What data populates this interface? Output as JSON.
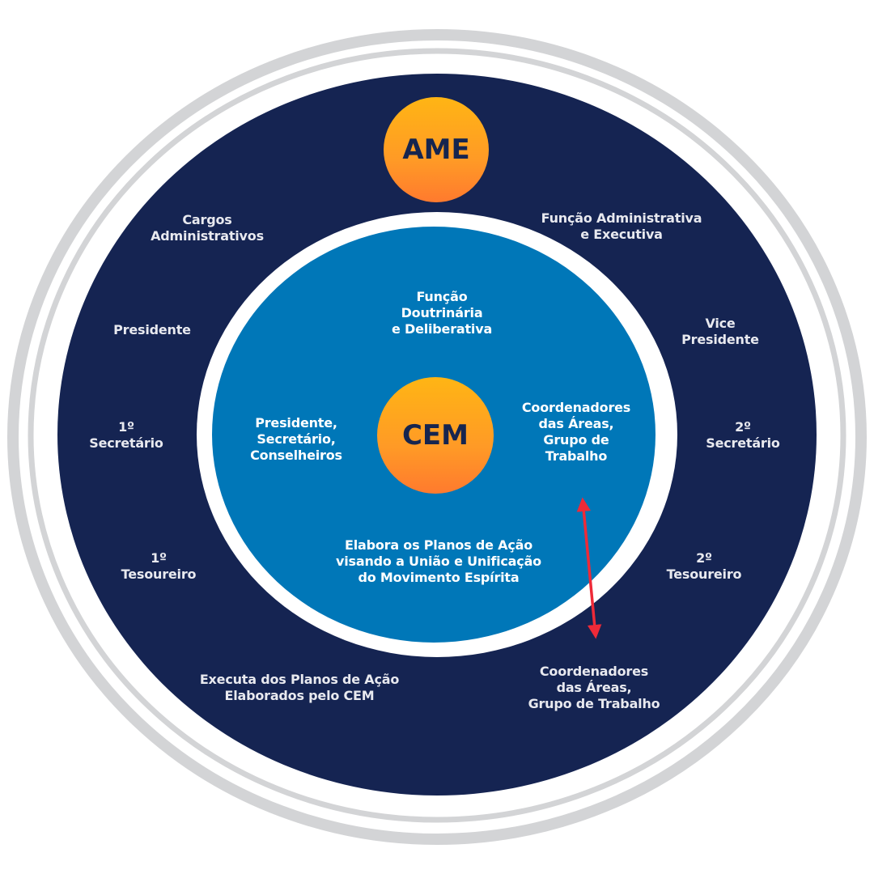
{
  "colors": {
    "background": "#ffffff",
    "outer_ring_gray": "#d3d4d6",
    "outer_band_navy": "#152452",
    "inner_ring_white": "#ffffff",
    "inner_disc_blue": "#0077b8",
    "node_orange_top": "#ffb514",
    "node_orange_bottom": "#ff7a2e",
    "node_text": "#16254f",
    "arrow_red": "#ee2a38",
    "label_text": "#ffffff"
  },
  "nodes": {
    "outer": {
      "label": "AME"
    },
    "inner": {
      "label": "CEM"
    }
  },
  "outer_band": {
    "cargos_title": "Cargos\nAdministrativos",
    "function_title": "Função Administrativa\ne Executiva",
    "presidente": "Presidente",
    "vice_presidente": "Vice\nPresidente",
    "primeiro_secretario": "1º\nSecretário",
    "segundo_secretario": "2º\nSecretário",
    "primeiro_tesoureiro": "1º\nTesoureiro",
    "segundo_tesoureiro": "2º\nTesoureiro",
    "executa": "Executa dos Planos de Ação\nElaborados pelo CEM",
    "coordenadores": "Coordenadores\ndas Áreas,\nGrupo de Trabalho"
  },
  "inner_disc": {
    "function_title": "Função\nDoutrinária\ne Deliberativa",
    "members_left": "Presidente,\nSecretário,\nConselheiros",
    "members_right": "Coordenadores\ndas Áreas,\nGrupo de\nTrabalho",
    "elabora": "Elabora os Planos de Ação\nvisando a União e Unificação\ndo Movimento Espírita"
  },
  "connector": {
    "type": "double-headed-arrow",
    "from": "inner_disc.members_right",
    "to": "outer_band.coordenadores"
  }
}
